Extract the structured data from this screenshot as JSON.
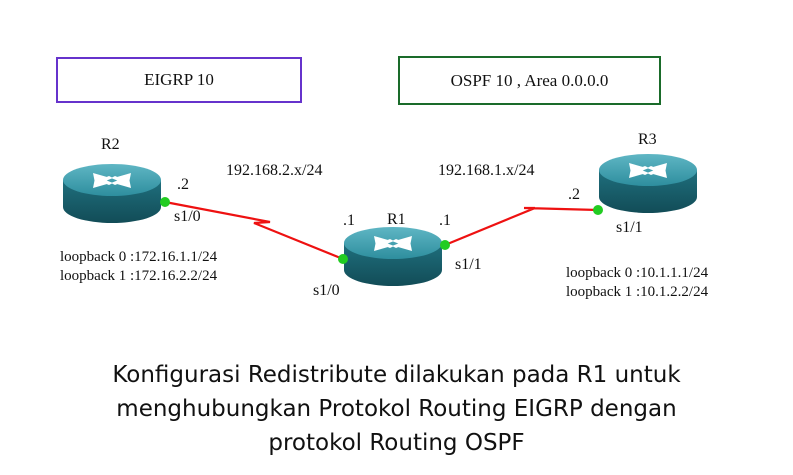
{
  "areas": {
    "eigrp": "EIGRP 10",
    "ospf": "OSPF 10 , Area 0.0.0.0"
  },
  "routers": {
    "r1": {
      "name": "R1",
      "if_left": "s1/0",
      "if_right": "s1/1",
      "ip_left": ".1",
      "ip_right": ".1"
    },
    "r2": {
      "name": "R2",
      "if": "s1/0",
      "ip": ".2",
      "loopbacks": [
        "loopback 0 :172.16.1.1/24",
        "loopback 1 :172.16.2.2/24"
      ]
    },
    "r3": {
      "name": "R3",
      "if": "s1/1",
      "ip": ".2",
      "loopbacks": [
        "loopback 0 :10.1.1.1/24",
        "loopback 1 :10.1.2.2/24"
      ]
    }
  },
  "networks": {
    "left": "192.168.2.x/24",
    "right": "192.168.1.x/24"
  },
  "caption": [
    "Konfigurasi Redistribute dilakukan pada R1 untuk",
    "menghubungkan Protokol Routing EIGRP dengan",
    "protokol Routing OSPF"
  ],
  "colors": {
    "eigrp_border": "#6633cc",
    "ospf_border": "#1a6b2a",
    "link": "#ee1111",
    "port": "#22cc22",
    "router": "#2e8e9e"
  }
}
